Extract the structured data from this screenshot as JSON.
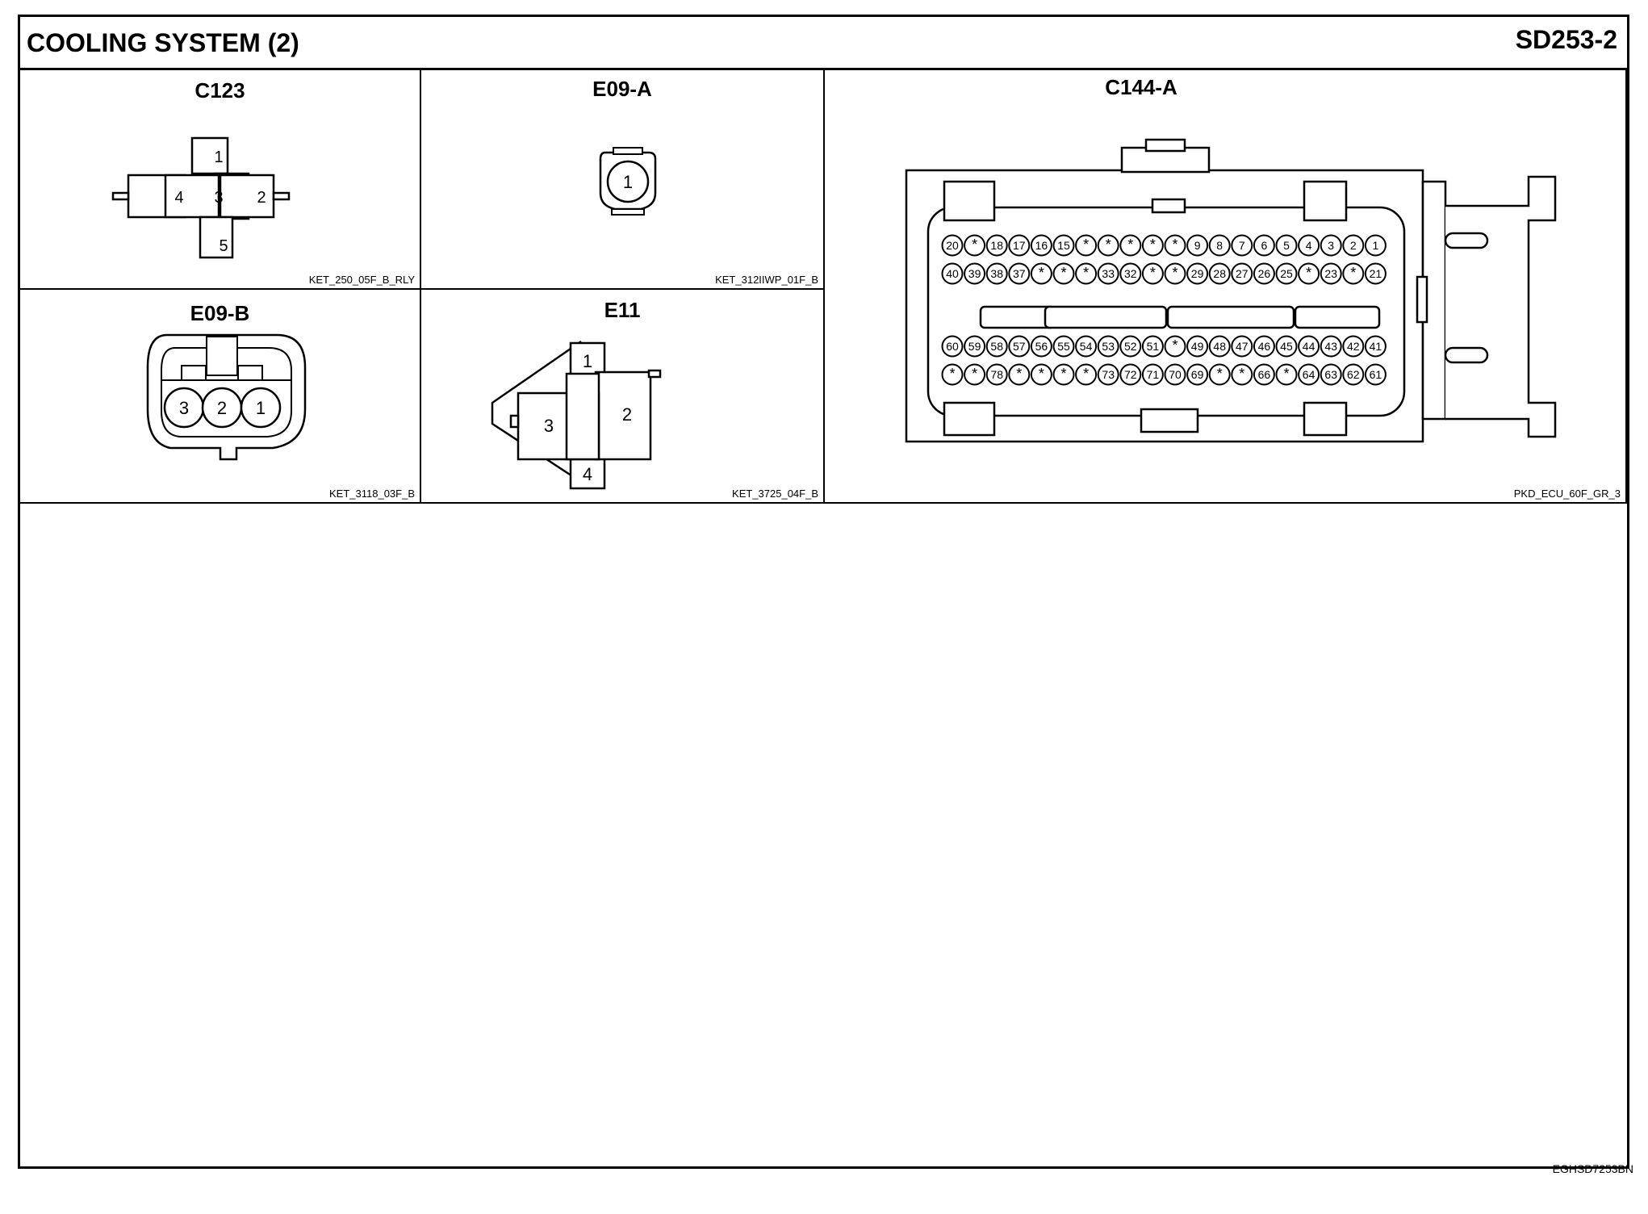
{
  "header": {
    "title": "COOLING SYSTEM (2)",
    "code": "SD253-2"
  },
  "doc_id": "EGHSD7253BN",
  "connectors": {
    "c123": {
      "name": "C123",
      "ref": "KET_250_05F_B_RLY",
      "pins": [
        "1",
        "2",
        "3",
        "4",
        "5"
      ]
    },
    "e09a": {
      "name": "E09-A",
      "ref": "KET_312IIWP_01F_B",
      "pins": [
        "1"
      ]
    },
    "e09b": {
      "name": "E09-B",
      "ref": "KET_3118_03F_B",
      "pins": [
        "3",
        "2",
        "1"
      ]
    },
    "e11": {
      "name": "E11",
      "ref": "KET_3725_04F_B",
      "pins": [
        "1",
        "2",
        "3",
        "4"
      ]
    },
    "c144a": {
      "name": "C144-A",
      "ref": "PKD_ECU_60F_GR_3",
      "rows": [
        [
          "20",
          "*",
          "18",
          "17",
          "16",
          "15",
          "*",
          "*",
          "*",
          "*",
          "*",
          "9",
          "8",
          "7",
          "6",
          "5",
          "4",
          "3",
          "2",
          "1"
        ],
        [
          "40",
          "39",
          "38",
          "37",
          "*",
          "*",
          "*",
          "33",
          "32",
          "*",
          "*",
          "29",
          "28",
          "27",
          "26",
          "25",
          "*",
          "23",
          "*",
          "21"
        ],
        [
          "60",
          "59",
          "58",
          "57",
          "56",
          "55",
          "54",
          "53",
          "52",
          "51",
          "*",
          "49",
          "48",
          "47",
          "46",
          "45",
          "44",
          "43",
          "42",
          "41"
        ],
        [
          "*",
          "*",
          "78",
          "*",
          "*",
          "*",
          "*",
          "73",
          "72",
          "71",
          "70",
          "69",
          "*",
          "*",
          "66",
          "*",
          "64",
          "63",
          "62",
          "61"
        ]
      ]
    }
  }
}
